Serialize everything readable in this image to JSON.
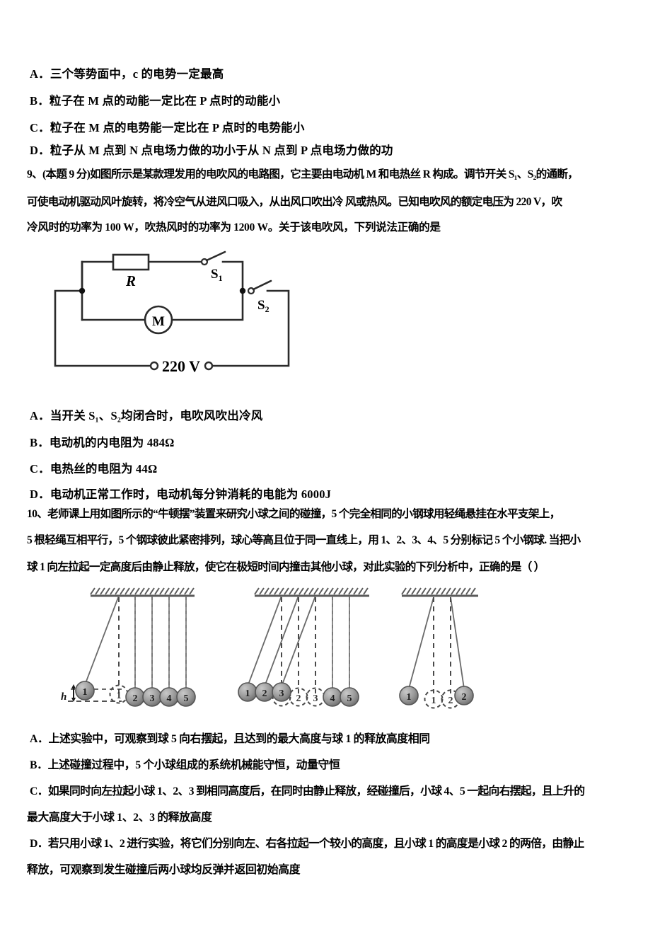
{
  "document": {
    "language": "zh-CN",
    "type": "physics-exam-page",
    "text_color": "#000000",
    "background_color": "#ffffff"
  },
  "question8_options": {
    "items": [
      {
        "label": "A．",
        "text": "三个等势面中，c 的电势一定最高"
      },
      {
        "label": "B．",
        "text": "粒子在 M 点的动能一定比在 P 点时的动能小"
      },
      {
        "label": "C．",
        "text": "粒子在 M 点的电势能一定比在 P 点时的电势能小"
      },
      {
        "label": "D．",
        "text": "粒子从 M 点到 N 点电场力做的功小于从 N 点到 P 点电场力做的功"
      }
    ]
  },
  "question9": {
    "number": "9、",
    "score_note": "(本题 9 分)",
    "stem_lines": [
      "9、(本题 9 分)如图所示是某款理发用的电吹风的电路图，它主要由电动机 M 和电热丝 R 构成。调节开关 S₁、S₂的通断，",
      "可使电动机驱动风叶旋转，将冷空气从进风口吸入，从出风口吹出冷 风或热风。已知电吹风的额定电压为 220 V，吹",
      "冷风时的功率为 100 W，吹热风时的功率为 1200 W。关于该电吹风，下列说法正确的是"
    ],
    "circuit": {
      "resistor_label": "R",
      "motor_label": "M",
      "switch1_label": "S",
      "switch1_sub": "1",
      "switch2_label": "S",
      "switch2_sub": "2",
      "source_label": "220 V"
    },
    "options": [
      {
        "label": "A．",
        "text": "当开关 S₁、S₂均闭合时，电吹风吹出冷风"
      },
      {
        "label": "B．",
        "text": "电动机的内电阻为 484Ω"
      },
      {
        "label": "C．",
        "text": "电热丝的电阻为 44Ω"
      },
      {
        "label": "D．",
        "text": "电动机正常工作时，电动机每分钟消耗的电能为 6000J"
      }
    ]
  },
  "question10": {
    "number": "10、",
    "stem_lines": [
      "10、老师课上用如图所示的“牛顿摆”装置来研究小球之间的碰撞，5 个完全相同的小钢球用轻绳悬挂在水平支架上，",
      "5 根轻绳互相平行，5 个钢球彼此紧密排列，球心等高且位于同一直线上，用 1、2、3、4、5 分别标记 5 个小钢球. 当把小",
      "球 1 向左拉起一定高度后由静止释放，使它在极短时间内撞击其他小球，对此实验的下列分析中，正确的是（    ）"
    ],
    "figure": {
      "panel1": {
        "ball_labels": [
          "1",
          "2",
          "3",
          "4",
          "5"
        ],
        "dashed_ball_labels": [
          "1"
        ],
        "height_label": "h"
      },
      "panel2": {
        "ball_labels": [
          "1",
          "2",
          "3",
          "4",
          "5"
        ],
        "dashed_ball_labels": [
          "1",
          "2",
          "3"
        ]
      },
      "panel3": {
        "ball_labels": [
          "1",
          "2"
        ],
        "dashed_ball_labels": [
          "1",
          "2"
        ]
      }
    },
    "options": [
      {
        "label": "A．",
        "lines": [
          "上述实验中，可观察到球 5 向右摆起，且达到的最大高度与球 1 的释放高度相同"
        ]
      },
      {
        "label": "B．",
        "lines": [
          "上述碰撞过程中，5 个小球组成的系统机械能守恒，动量守恒"
        ]
      },
      {
        "label": "C．",
        "lines": [
          "如果同时向左拉起小球 1、2、3 到相同高度后，在同时由静止释放，经碰撞后，小球 4、5 一起向右摆起，且上升的",
          "最大高度大于小球 1、2、3 的释放高度"
        ]
      },
      {
        "label": "D．",
        "lines": [
          "若只用小球 1、2 进行实验，将它们分别向左、右各拉起一个较小的高度，且小球 1 的高度是小球 2 的两倍，由静止",
          "释放，可观察到发生碰撞后两小球均反弹并返回初始高度"
        ]
      }
    ]
  }
}
